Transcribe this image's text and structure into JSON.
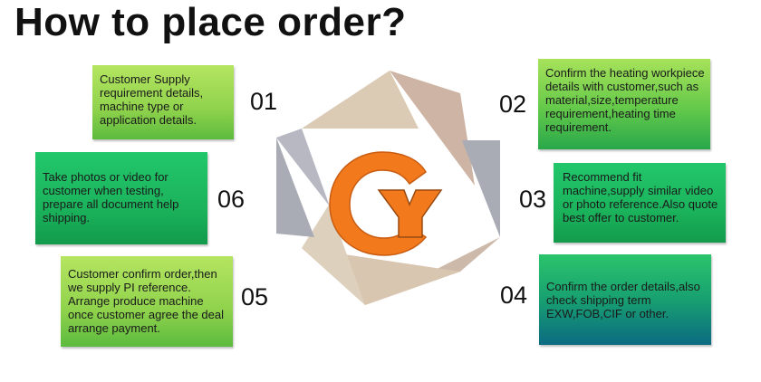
{
  "title": "How to place order?",
  "steps": [
    {
      "number": "01",
      "text": "Customer Supply requirement details, machine type or application details."
    },
    {
      "number": "02",
      "text": "Confirm the heating workpiece details with customer,such as material,size,temperature requirement,heating time requirement."
    },
    {
      "number": "03",
      "text": "Recommend fit machine,supply similar video or photo reference.Also quote best offer to customer."
    },
    {
      "number": "04",
      "text": "Confirm the order details,also check shipping term EXW,FOB,CIF or other."
    },
    {
      "number": "05",
      "text": "Customer confirm order,then we supply PI reference. Arrange produce machine once customer agree the deal arrange payment."
    },
    {
      "number": "06",
      "text": "Take photos or video for customer when testing, prepare all document help shipping."
    }
  ],
  "logo": {
    "icon": "cy-logo-icon",
    "colors": {
      "orange": "#f27a1c",
      "tan": "#d7c3ad",
      "gray": "#a9abb5"
    }
  }
}
